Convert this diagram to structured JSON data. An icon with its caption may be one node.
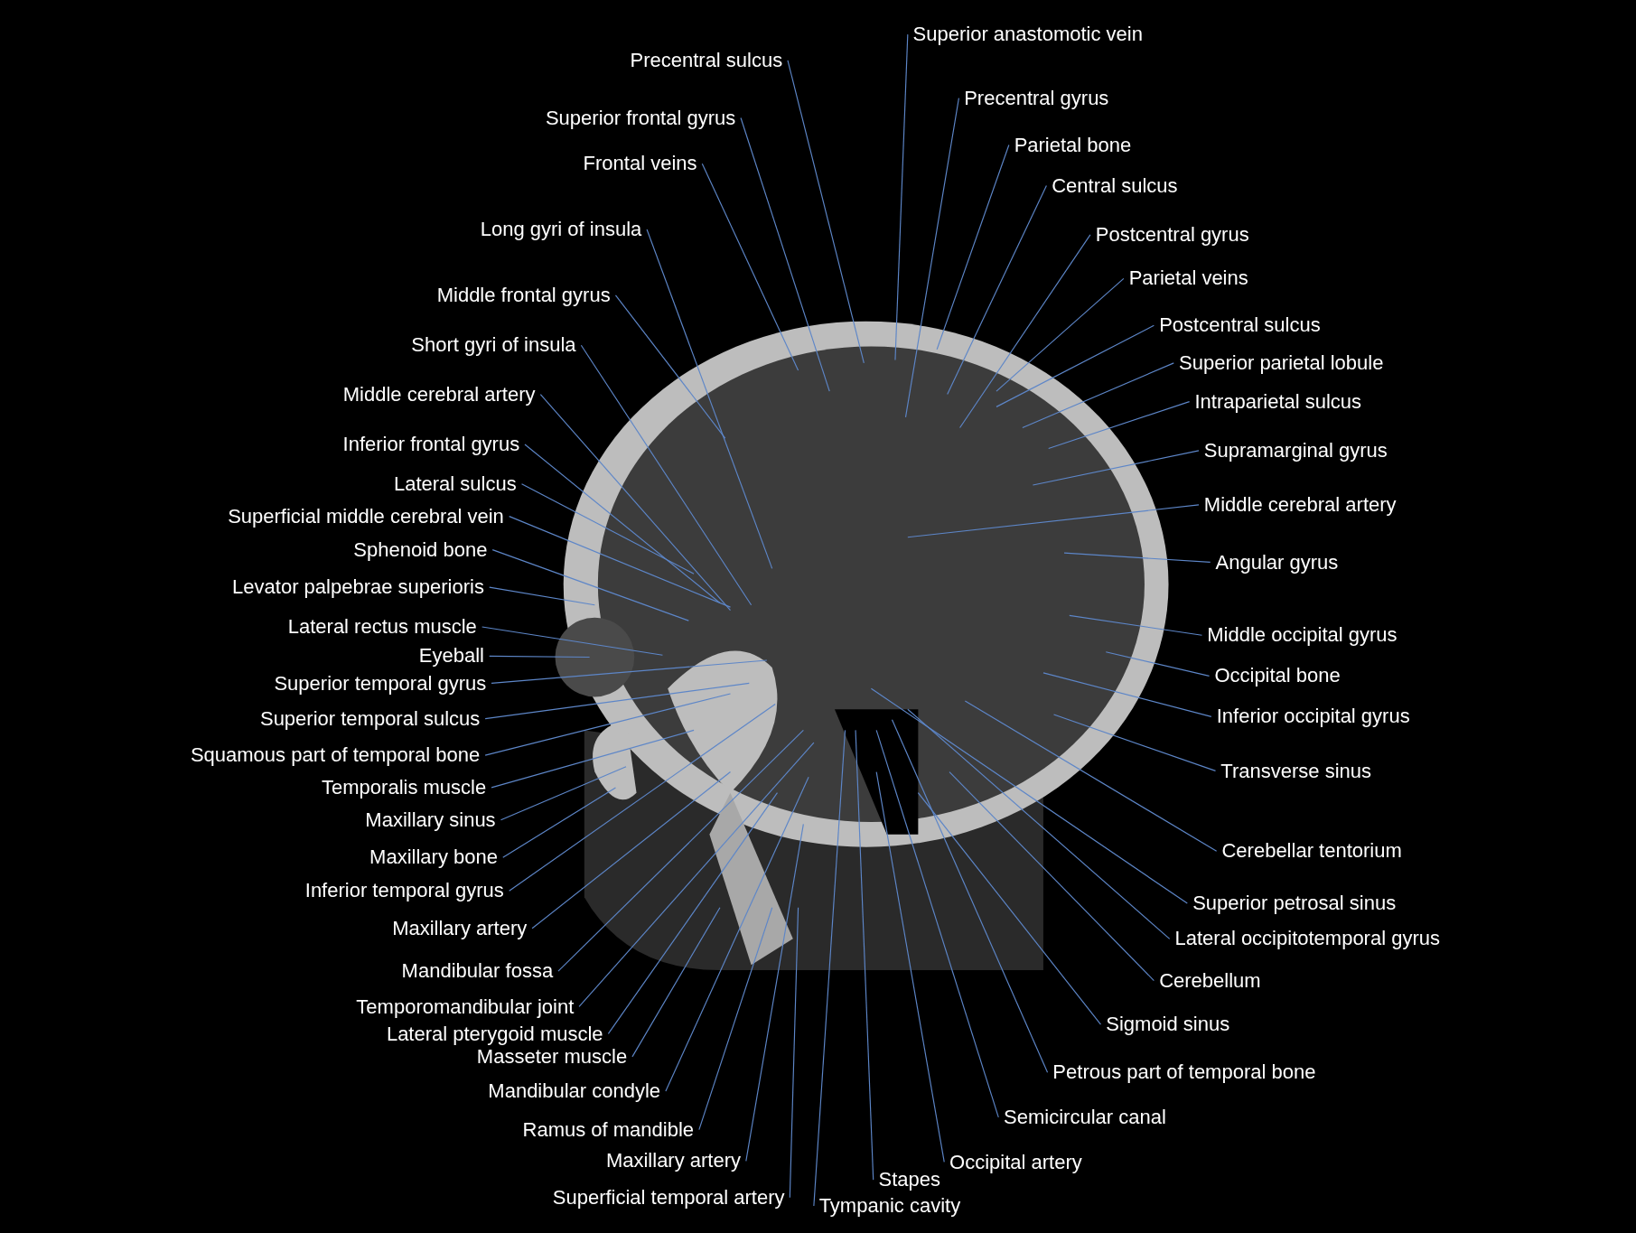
{
  "diagram": {
    "nodes": [
      {
        "text": [
          "Precentral sulcus"
        ]
      },
      {
        "text": [
          "Superior frontal gyrus"
        ]
      },
      {
        "text": [
          "Frontal veins"
        ]
      },
      {
        "text": [
          "Long gyri of insula"
        ]
      },
      {
        "text": [
          "Middle frontal gyrus"
        ]
      },
      {
        "text": [
          "Short gyri of insula"
        ]
      },
      {
        "text": [
          "Middle cerebral artery"
        ]
      },
      {
        "text": [
          "Inferior frontal gyrus"
        ]
      },
      {
        "text": [
          "Lateral sulcus"
        ]
      },
      {
        "text": [
          "Superficial middle cerebral vein"
        ]
      },
      {
        "text": [
          "Sphenoid bone"
        ]
      },
      {
        "text": [
          "Levator palpebrae superioris"
        ]
      },
      {
        "text": [
          "Lateral rectus muscle"
        ]
      },
      {
        "text": [
          "Eyeball"
        ]
      },
      {
        "text": [
          "Superior temporal gyrus"
        ]
      },
      {
        "text": [
          "Superior temporal sulcus"
        ]
      },
      {
        "text": [
          "Squamous part of temporal bone"
        ]
      },
      {
        "text": [
          "Temporalis muscle"
        ]
      },
      {
        "text": [
          "Maxillary sinus"
        ]
      },
      {
        "text": [
          "Maxillary bone"
        ]
      },
      {
        "text": [
          "Inferior temporal gyrus"
        ]
      },
      {
        "text": [
          "Maxillary artery"
        ]
      },
      {
        "text": [
          "Mandibular fossa"
        ]
      },
      {
        "text": [
          "Temporomandibular joint"
        ]
      },
      {
        "text": [
          "Lateral pterygoid muscle"
        ]
      },
      {
        "text": [
          "Masseter muscle"
        ]
      },
      {
        "text": [
          "Mandibular condyle"
        ]
      },
      {
        "text": [
          "Ramus of mandible"
        ]
      },
      {
        "text": [
          "Maxillary artery"
        ]
      },
      {
        "text": [
          "Superficial temporal artery"
        ]
      },
      {
        "text": [
          "Tympanic cavity"
        ]
      },
      {
        "text": [
          "Stapes"
        ]
      },
      {
        "text": [
          "Occipital artery"
        ]
      },
      {
        "text": [
          "Semicircular canal"
        ]
      },
      {
        "text": [
          "Petrous part of temporal bone"
        ]
      },
      {
        "text": [
          "Sigmoid sinus"
        ]
      },
      {
        "text": [
          "Cerebellum"
        ]
      },
      {
        "text": [
          "Lateral occipitotemporal gyrus"
        ]
      },
      {
        "text": [
          "Superior petrosal sinus"
        ]
      },
      {
        "text": [
          "Cerebellar tentorium"
        ]
      },
      {
        "text": [
          "Transverse sinus"
        ]
      },
      {
        "text": [
          "Inferior occipital gyrus"
        ]
      },
      {
        "text": [
          "Occipital bone"
        ]
      },
      {
        "text": [
          "Middle occipital gyrus"
        ]
      },
      {
        "text": [
          "Angular gyrus"
        ]
      },
      {
        "text": [
          "Middle cerebral artery"
        ]
      },
      {
        "text": [
          "Supramarginal gyrus"
        ]
      },
      {
        "text": [
          "Intraparietal sulcus"
        ]
      },
      {
        "text": [
          "Superior parietal lobule"
        ]
      },
      {
        "text": [
          "Postcentral sulcus"
        ]
      },
      {
        "text": [
          "Parietal veins"
        ]
      },
      {
        "text": [
          "Postcentral gyrus"
        ]
      },
      {
        "text": [
          "Central sulcus"
        ]
      },
      {
        "text": [
          "Parietal bone"
        ]
      },
      {
        "text": [
          "Precentral gyrus"
        ]
      },
      {
        "text": [
          "Superior anastomotic vein"
        ]
      }
    ],
    "edges": [
      {
        "from": 0,
        "to": null,
        "arrow": "none"
      },
      {
        "from": 1,
        "to": null,
        "arrow": "none"
      },
      {
        "from": 2,
        "to": null,
        "arrow": "none"
      },
      {
        "from": 3,
        "to": null,
        "arrow": "none"
      },
      {
        "from": 4,
        "to": null,
        "arrow": "none"
      },
      {
        "from": 5,
        "to": null,
        "arrow": "none"
      },
      {
        "from": 6,
        "to": null,
        "arrow": "none"
      },
      {
        "from": 7,
        "to": null,
        "arrow": "none"
      },
      {
        "from": 8,
        "to": null,
        "arrow": "none"
      },
      {
        "from": 9,
        "to": null,
        "arrow": "none"
      },
      {
        "from": 10,
        "to": null,
        "arrow": "none"
      },
      {
        "from": 11,
        "to": null,
        "arrow": "none"
      },
      {
        "from": 12,
        "to": null,
        "arrow": "none"
      },
      {
        "from": 13,
        "to": null,
        "arrow": "none"
      },
      {
        "from": 14,
        "to": null,
        "arrow": "none"
      },
      {
        "from": 15,
        "to": null,
        "arrow": "none"
      },
      {
        "from": 16,
        "to": null,
        "arrow": "none"
      },
      {
        "from": 17,
        "to": null,
        "arrow": "none"
      },
      {
        "from": 18,
        "to": null,
        "arrow": "none"
      },
      {
        "from": 19,
        "to": null,
        "arrow": "none"
      },
      {
        "from": 20,
        "to": null,
        "arrow": "none"
      },
      {
        "from": 21,
        "to": null,
        "arrow": "none"
      },
      {
        "from": 22,
        "to": null,
        "arrow": "none"
      },
      {
        "from": 23,
        "to": null,
        "arrow": "none"
      },
      {
        "from": 24,
        "to": null,
        "arrow": "none"
      },
      {
        "from": 25,
        "to": null,
        "arrow": "none"
      },
      {
        "from": 26,
        "to": null,
        "arrow": "none"
      },
      {
        "from": 27,
        "to": null,
        "arrow": "none"
      },
      {
        "from": 28,
        "to": null,
        "arrow": "none"
      },
      {
        "from": 29,
        "to": null,
        "arrow": "none"
      },
      {
        "from": 30,
        "to": null,
        "arrow": "none"
      },
      {
        "from": 31,
        "to": null,
        "arrow": "none"
      },
      {
        "from": 32,
        "to": null,
        "arrow": "none"
      },
      {
        "from": 33,
        "to": null,
        "arrow": "none"
      },
      {
        "from": 34,
        "to": null,
        "arrow": "none"
      },
      {
        "from": 35,
        "to": null,
        "arrow": "none"
      },
      {
        "from": 36,
        "to": null,
        "arrow": "none"
      },
      {
        "from": 37,
        "to": null,
        "arrow": "none"
      },
      {
        "from": 38,
        "to": null,
        "arrow": "none"
      },
      {
        "from": 39,
        "to": null,
        "arrow": "none"
      },
      {
        "from": 40,
        "to": null,
        "arrow": "none"
      },
      {
        "from": 41,
        "to": null,
        "arrow": "none"
      },
      {
        "from": 42,
        "to": null,
        "arrow": "none"
      },
      {
        "from": 43,
        "to": null,
        "arrow": "none"
      },
      {
        "from": 44,
        "to": null,
        "arrow": "none"
      },
      {
        "from": 45,
        "to": null,
        "arrow": "none"
      },
      {
        "from": 46,
        "to": null,
        "arrow": "none"
      },
      {
        "from": 47,
        "to": null,
        "arrow": "none"
      },
      {
        "from": 48,
        "to": null,
        "arrow": "none"
      },
      {
        "from": 49,
        "to": null,
        "arrow": "none"
      },
      {
        "from": 50,
        "to": null,
        "arrow": "none"
      },
      {
        "from": 51,
        "to": null,
        "arrow": "none"
      },
      {
        "from": 52,
        "to": null,
        "arrow": "none"
      },
      {
        "from": 53,
        "to": null,
        "arrow": "none"
      },
      {
        "from": 54,
        "to": null,
        "arrow": "none"
      },
      {
        "from": 55,
        "to": null,
        "arrow": "none"
      }
    ]
  }
}
